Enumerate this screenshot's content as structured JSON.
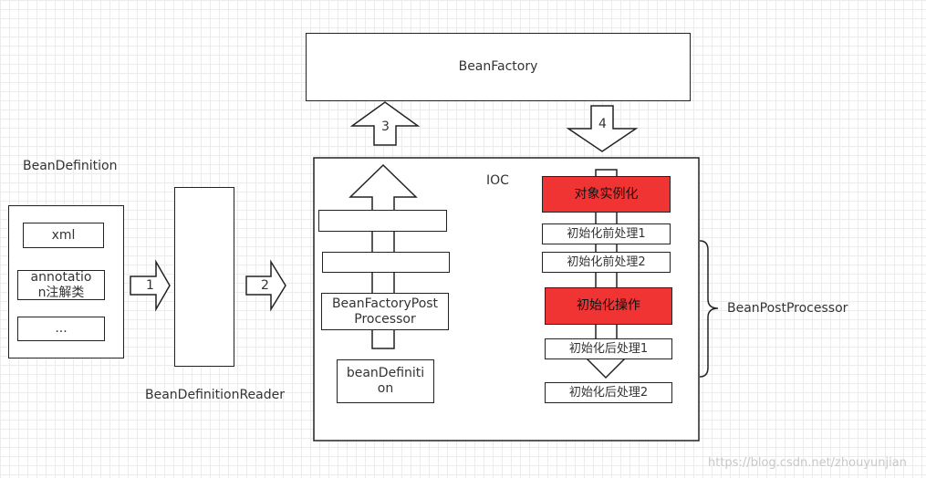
{
  "labels": {
    "bean_factory": "BeanFactory",
    "bean_definition_title": "BeanDefinition",
    "bean_definition_reader": "BeanDefinitionReader",
    "ioc": "IOC",
    "bean_post_processor": "BeanPostProcessor"
  },
  "definition_sources": [
    "xml",
    "annotatio\nn注解类",
    "..."
  ],
  "arrow_numbers": [
    "1",
    "2",
    "3",
    "4"
  ],
  "ioc_left": {
    "bfpp": "BeanFactoryPost\nProcessor",
    "bean_definition": "beanDefiniti\non"
  },
  "ioc_right": {
    "instantiate": "对象实例化",
    "pre_init_1": "初始化前处理1",
    "pre_init_2": "初始化前处理2",
    "init": "初始化操作",
    "post_init_1": "初始化后处理1",
    "post_init_2": "初始化后处理2"
  },
  "watermark": "https://blog.csdn.net/zhouyunjian",
  "colors": {
    "highlight": "#f03434",
    "stroke": "#222222"
  }
}
